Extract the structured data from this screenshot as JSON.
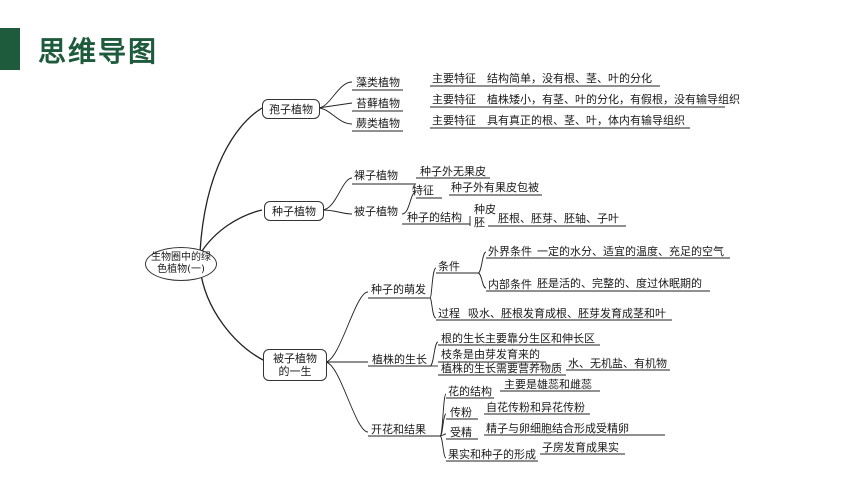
{
  "header": {
    "title": "思维导图"
  },
  "accent_color": "#1e5a3c",
  "root": "生物圈中的绿色植物(一)",
  "spore": {
    "label": "孢子植物",
    "algae": "藻类植物",
    "moss": "苔藓植物",
    "fern": "蕨类植物",
    "key": "主要特征",
    "algae_desc": "结构简单，没有根、茎、叶的分化",
    "moss_desc": "植株矮小，有茎、叶的分化，有假根，没有输导组织",
    "fern_desc": "具有真正的根、茎、叶，体内有输导组织"
  },
  "seed": {
    "label": "种子植物",
    "gymno": "裸子植物",
    "gymno_desc": "种子外无果皮",
    "angio": "被子植物",
    "feature": "特征",
    "feature_desc": "种子外有果皮包被",
    "structure": "种子的结构",
    "coat": "种皮",
    "embryo": "胚",
    "embryo_desc": "胚根、胚芽、胚轴、子叶"
  },
  "life": {
    "label": "被子植物的一生",
    "germ": "种子的萌发",
    "cond": "条件",
    "ext": "外界条件",
    "ext_desc": "一定的水分、适宜的温度、充足的空气",
    "int": "内部条件",
    "int_desc": "胚是活的、完整的、度过休眠期的",
    "process": "过程",
    "process_desc": "吸水、胚根发育成根、胚芽发育成茎和叶",
    "growth": "植株的生长",
    "g1": "根的生长主要靠分生区和伸长区",
    "g2": "枝条是由芽发育来的",
    "g3": "植株的生长需要营养物质",
    "g3_desc": "水、无机盐、有机物",
    "flower": "开花和结果",
    "f1": "花的结构",
    "f1_desc": "主要是雄蕊和雌蕊",
    "f2": "传粉",
    "f2_desc": "自花传粉和异花传粉",
    "f3": "受精",
    "f3_desc": "精子与卵细胞结合形成受精卵",
    "f4": "果实和种子的形成",
    "f4_desc": "子房发育成果实"
  }
}
